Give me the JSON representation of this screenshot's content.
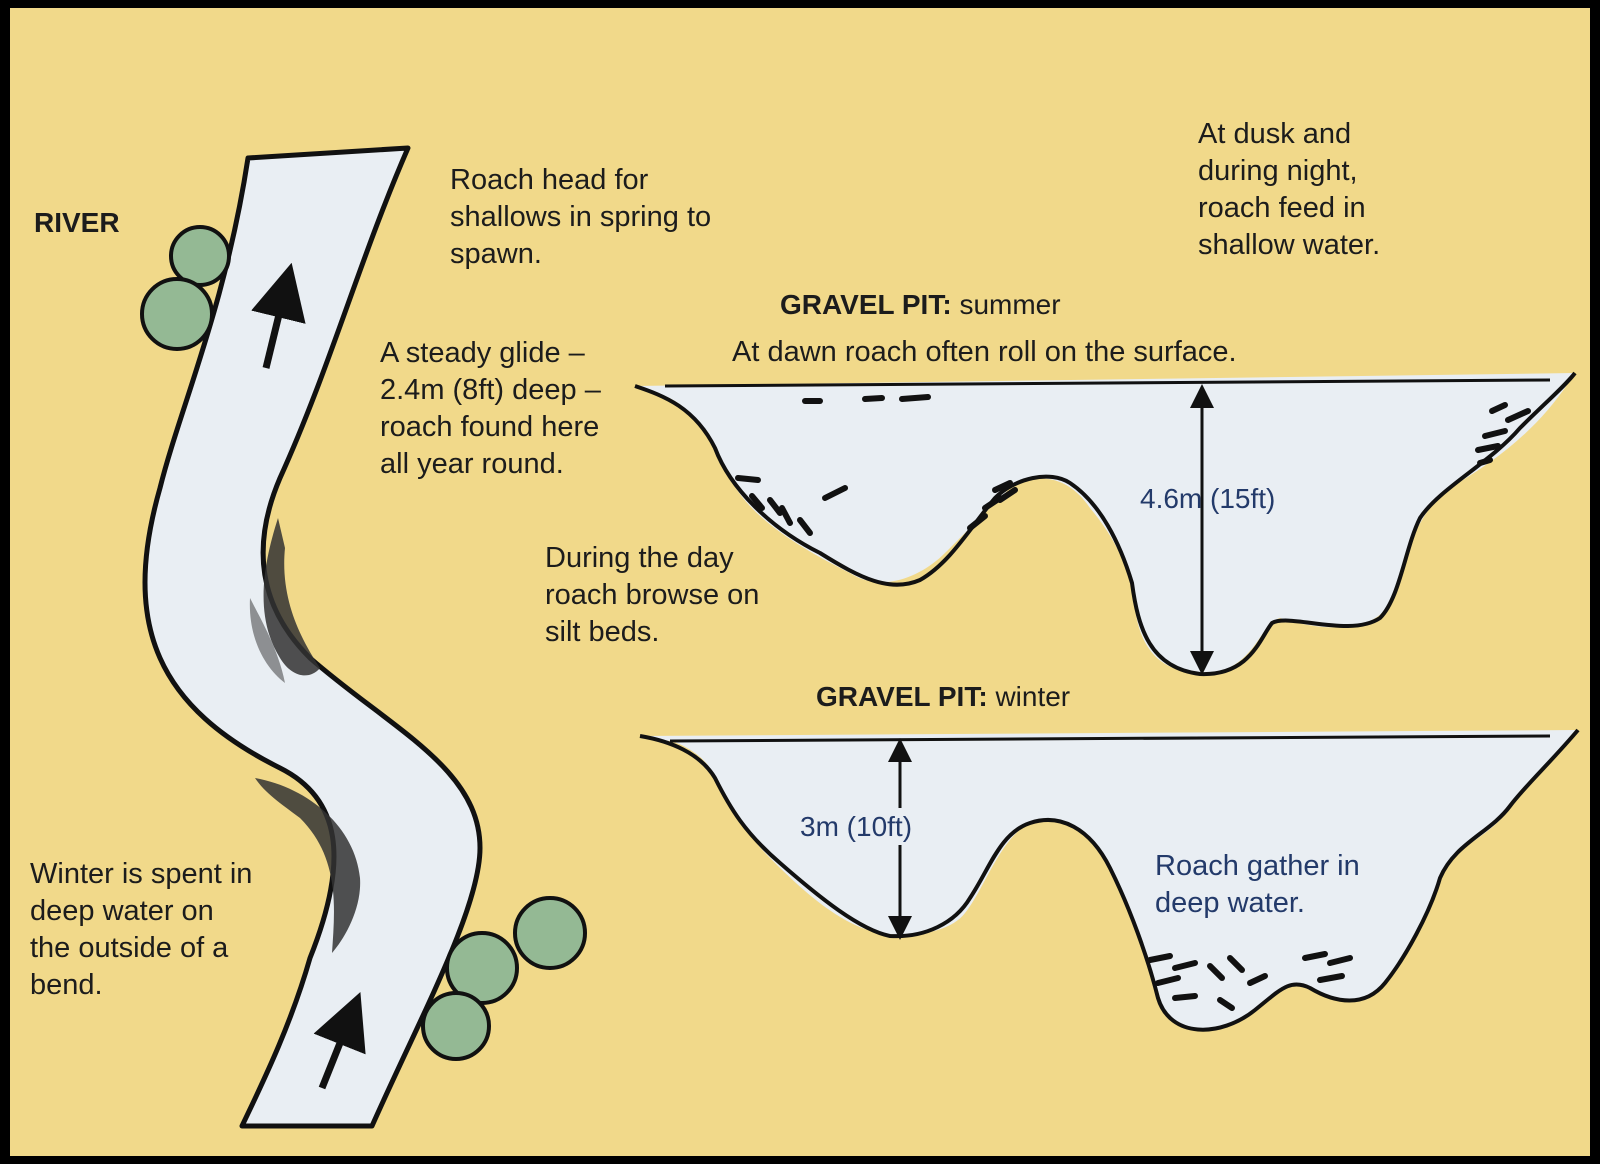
{
  "river": {
    "title": "RIVER",
    "spawn_note": "Roach head for\nshallows in spring to\nspawn.",
    "glide_note": "A steady glide –\n2.4m (8ft) deep –\nroach found here\nall year round.",
    "winter_note": "Winter is spent in\ndeep water on\nthe outside of a\nbend."
  },
  "summer_pit": {
    "title_bold": "GRAVEL PIT:",
    "title_season": "summer",
    "dusk_note": "At dusk and\nduring night,\nroach feed in\nshallow water.",
    "dawn_note": "At dawn roach often roll on the surface.",
    "day_note": "During the day\nroach browse on\nsilt beds.",
    "depth": "4.6m (15ft)"
  },
  "winter_pit": {
    "title_bold": "GRAVEL PIT:",
    "title_season": "winter",
    "depth": "3m (10ft)",
    "gather_note": "Roach gather in\ndeep water."
  },
  "colors": {
    "background": "#f1d98a",
    "water": "#e9eef3",
    "tree": "#94b994",
    "ink": "#111111",
    "label_blue": "#233a6a"
  }
}
